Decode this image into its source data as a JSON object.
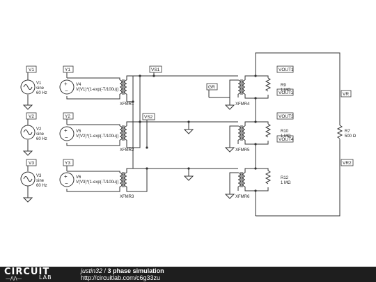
{
  "sources": [
    {
      "node": "V1",
      "name": "V1",
      "type": "sine",
      "freq": "60 Hz"
    },
    {
      "node": "V2",
      "name": "V2",
      "type": "sine",
      "freq": "60 Hz"
    },
    {
      "node": "V3",
      "name": "V3",
      "type": "sine",
      "freq": "60 Hz"
    }
  ],
  "controlled_sources": [
    {
      "node": "Y1",
      "name": "V4",
      "expr": "V(V1)*(1-exp(-T/100u))"
    },
    {
      "node": "Y2",
      "name": "V5",
      "expr": "V(V2)*(1-exp(-T/100u))"
    },
    {
      "node": "Y3",
      "name": "V6",
      "expr": "V(V3)*(1-exp(-T/100u))"
    }
  ],
  "transformers_left": [
    "XFMR1",
    "XFMR2",
    "XFMR3"
  ],
  "transformers_right": [
    "XFMR4",
    "XFMR5",
    "XFMR6"
  ],
  "nets": {
    "vs1": "VS1",
    "vs2": "VS2",
    "gr": "GR",
    "vr": "VR",
    "vr2": "VR2"
  },
  "loads": [
    {
      "name": "R9",
      "value": "1 MΩ",
      "out_a": "VOUT1",
      "out_b": "VOUT2"
    },
    {
      "name": "R10",
      "value": "1 MΩ",
      "out_a": "VOUT3",
      "out_b": "VOUT4"
    },
    {
      "name": "R12",
      "value": "1 MΩ",
      "out_a": "",
      "out_b": ""
    }
  ],
  "main_load": {
    "name": "R7",
    "value": "500 Ω"
  },
  "footer": {
    "logo_top": "CIRCUIT",
    "logo_bottom": "LAB",
    "logo_glyph": "—/\\/\\—",
    "author": "justin32",
    "separator": " / ",
    "title": "3 phase simulation",
    "url": "http://circuitlab.com/c6g33zu"
  }
}
